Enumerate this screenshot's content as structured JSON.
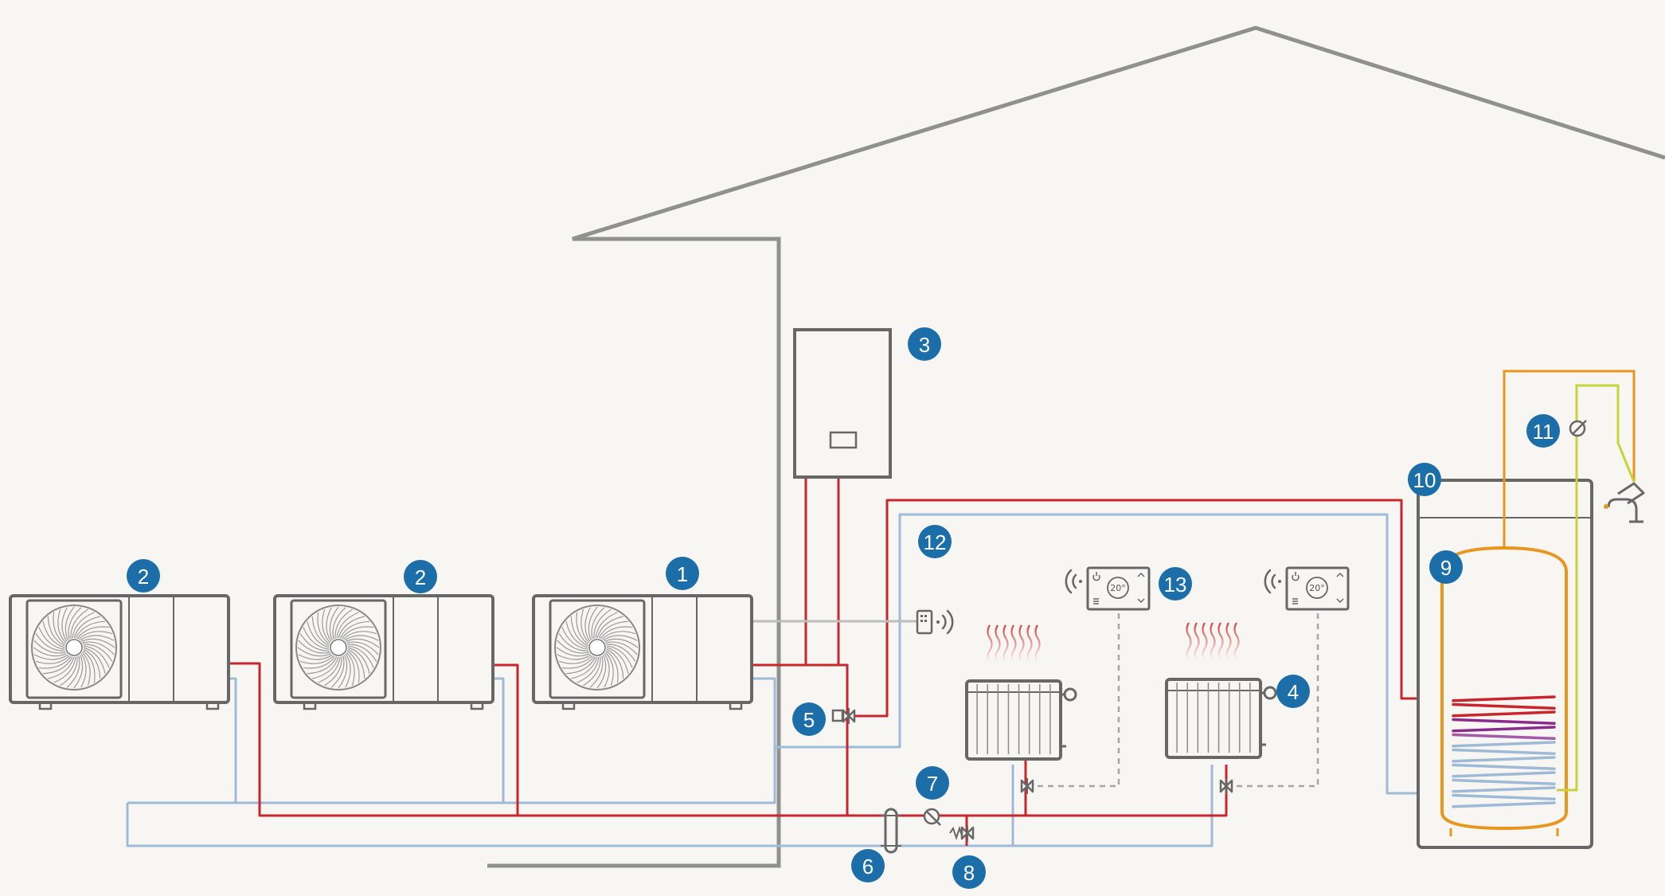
{
  "colors": {
    "background": "#f8f6f2",
    "house_outline": "#8f918c",
    "equipment_outline": "#676767",
    "flow_pipe": "#c9252c",
    "return_pipe": "#9fbad6",
    "signal_line": "#bdbdbd",
    "control_dashed": "#a6a6a6",
    "badge": "#1b6ea8",
    "tank_inner": "#e8961e",
    "cold_water": "#c8d23a",
    "coil_purple": "#8a2b8c"
  },
  "badges": {
    "b1": "1",
    "b2a": "2",
    "b2b": "2",
    "b3": "3",
    "b4": "4",
    "b5": "5",
    "b6": "6",
    "b7": "7",
    "b8": "8",
    "b9": "9",
    "b10": "10",
    "b11": "11",
    "b12": "12",
    "b13": "13"
  },
  "thermostats": {
    "left_display": "20°",
    "right_display": "20°"
  },
  "icons": [
    "fan-icon",
    "wireless-signal-icon",
    "radiator-icon",
    "heat-wave-icon",
    "valve-icon",
    "pump-icon",
    "tap-icon",
    "power-icon"
  ]
}
